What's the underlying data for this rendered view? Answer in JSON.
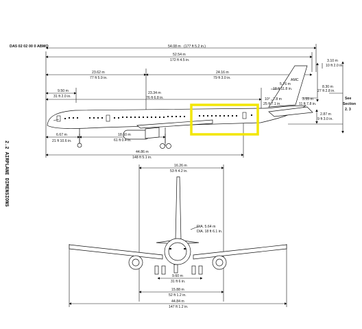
{
  "doc": {
    "id": "DA5 02 02 00 0 ABMO"
  },
  "side_title": "2.2   AIRPLANE DIMENSIONS",
  "see_section": {
    "line1": "See",
    "line2": "Section",
    "line3": "2. 3"
  },
  "amc_label": "AMC",
  "side_view": {
    "dims": {
      "total_length_overall": {
        "m": "54.08 m",
        "ft": "(177 ft 5.2 in.)"
      },
      "length_52": {
        "m": "52.54 m",
        "ft": "172 ft  4.5 in."
      },
      "nose_to_wing": {
        "m": "23.62 m",
        "ft": "77 ft 5.9 in."
      },
      "wing_to_tail": {
        "m": "24.16 m",
        "ft": "79 ft 3.0 in."
      },
      "nose_to_door": {
        "m": "9.50 m",
        "ft": "31 ft 2.0 in."
      },
      "nose_to_aft": {
        "m": "23.34 m",
        "ft": "76 ft 6.8 in."
      },
      "tail_310": {
        "m": "3.10 m",
        "ft": "10 ft 2.0 in."
      },
      "tail_830": {
        "m": "8.30 m",
        "ft": "27 ft 2.8 in."
      },
      "amc_576": {
        "m": "5.76 m",
        "ft": "18 ft 11.8 in."
      },
      "tail_355": {
        "m": "3.55 m",
        "ft": "11 ft 7.8 in."
      },
      "aft_78": {
        "m": "7.8 m",
        "ft": "25 ft 7.1 in."
      },
      "tail_287": {
        "m": "2.87 m",
        "ft": "9 ft 3.0 in."
      },
      "angle": "10°",
      "gear_667": {
        "m": "6.67 m",
        "ft": "21 ft 10.6 in."
      },
      "wheelbase": {
        "m": "18.60 m",
        "ft": "61 ft 0.4 in."
      },
      "bottom_length": {
        "m": "44.86 m",
        "ft": "148 ft 5.1 in."
      }
    }
  },
  "front_view": {
    "dims": {
      "tail_height": {
        "m": "16.26 m",
        "ft": "53 ft 4.2 in."
      },
      "fuselage_dia": {
        "m": "DIA. 5.64 m",
        "ft": "DIA. 18 ft 6.1 in."
      },
      "track_960": {
        "m": "9.60 m",
        "ft": "31 ft 6 in."
      },
      "track_1598": {
        "m": "15.88 m",
        "ft": "52 ft 1.2 in."
      },
      "wingspan": {
        "m": "44.84 m",
        "ft": "147 ft 1.2 in."
      }
    }
  },
  "highlight": {
    "color": "#f2e600"
  }
}
